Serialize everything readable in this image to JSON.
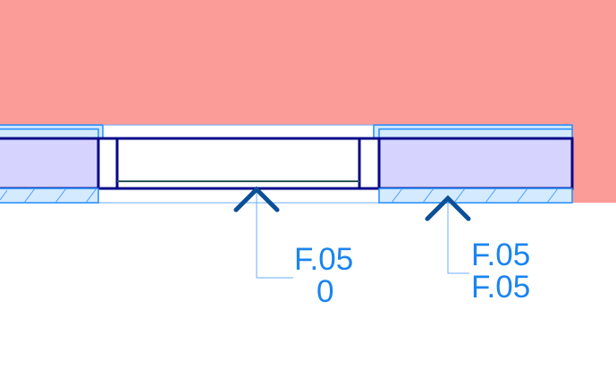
{
  "colors": {
    "background_zone": "#fc9c98",
    "wall_fill": "#d6d4fe",
    "wall_outline": "#07078a",
    "finish_fill": "#d4eaff",
    "finish_outline": "#1f8cff",
    "marker": "#0b4f97",
    "tag_text": "#1a84f0",
    "sill": "#2d5555"
  },
  "tags": [
    {
      "line1": "F.05",
      "line2": "0"
    },
    {
      "line1": "F.05",
      "line2": "F.05"
    }
  ]
}
